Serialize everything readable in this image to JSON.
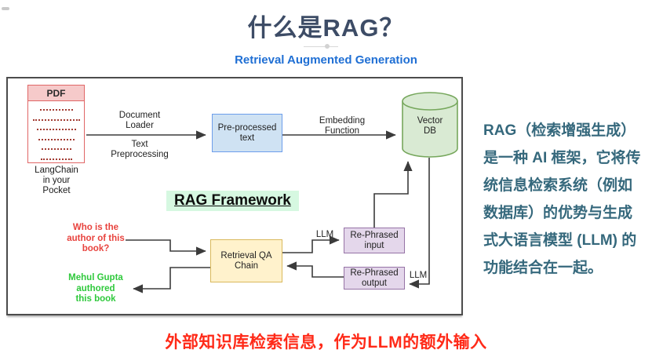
{
  "header": {
    "title": "什么是RAG？",
    "subtitle": "Retrieval Augmented Generation"
  },
  "diagram": {
    "pdf": {
      "label": "PDF",
      "caption": "LangChain\nin your\nPocket"
    },
    "labels": {
      "document_loader": "Document\nLoader",
      "text_preprocessing": "Text\nPreprocessing",
      "embedding_function": "Embedding\nFunction",
      "llm_input": "LLM",
      "llm_output": "LLM"
    },
    "nodes": {
      "preprocessed_text": "Pre-processed\ntext",
      "vector_db": "Vector\nDB",
      "qa_chain": "Retrieval QA\nChain",
      "rephrased_input": "Re-Phrased\ninput",
      "rephrased_output": "Re-Phrased\noutput"
    },
    "framework_label": "RAG Framework",
    "question": "Who is the\nauthor of this\nbook?",
    "answer": "Mehul Gupta\nauthored\nthis book"
  },
  "sidebar": {
    "text": "RAG（检索增强生成）\n是一种 AI 框架，它将传\n统信息检索系统（例如\n数据库）的优势与生成\n式大语言模型 (LLM) 的\n功能结合在一起。"
  },
  "footer": {
    "caption": "外部知识库检索信息，作为LLM的额外输入"
  },
  "colors": {
    "title": "#3d4c66",
    "subtitle": "#1f6fd4",
    "sidebar": "#35687c",
    "caption": "#ff2a18",
    "qred": "#e8433e",
    "agreen": "#2fc93c",
    "blue-bg": "#cfe2f3",
    "blue-bd": "#6d9eeb",
    "green-bg": "#d9ead3",
    "green-bd": "#76a75c",
    "yellow-bg": "#fff2cc",
    "yellow-bd": "#d9b95c",
    "purple-bg": "#e4d7eb",
    "purple-bd": "#9673a6",
    "pdf-header": "#f6caca",
    "pdf-border": "#e06666",
    "mint": "#d6f8e1",
    "arrow": "#3b3b3b"
  }
}
